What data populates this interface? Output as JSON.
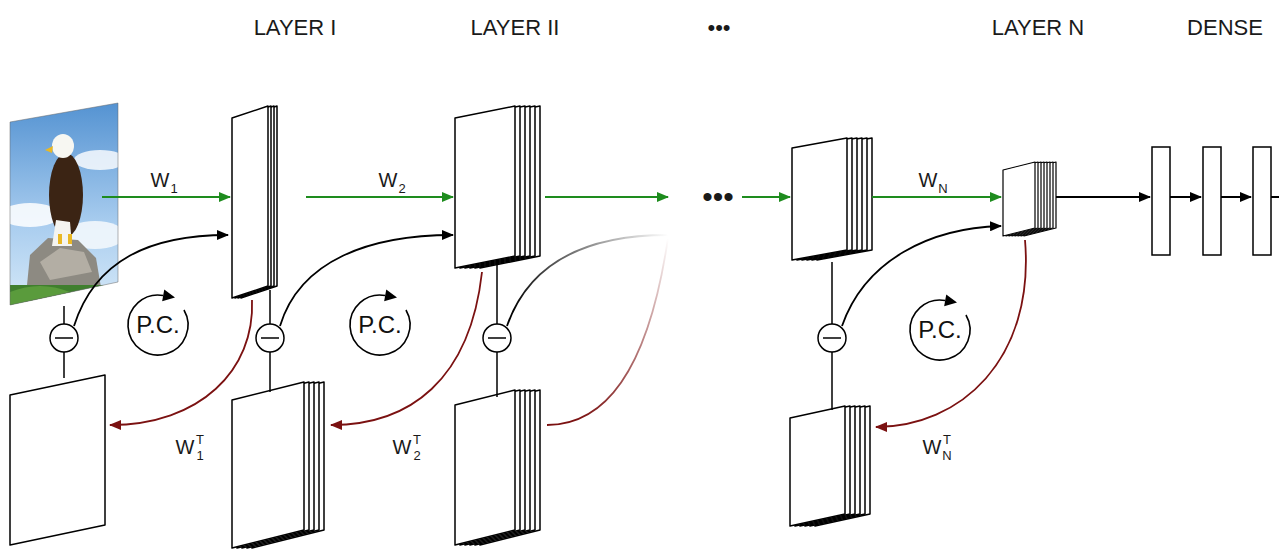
{
  "diagram": {
    "nodes": [
      {
        "text": [
          "P.C."
        ]
      },
      {
        "text": [
          "P.C."
        ]
      },
      {
        "text": [
          "P.C."
        ]
      }
    ],
    "labels": [
      "LAYER I",
      "LAYER II",
      "•••",
      "LAYER N",
      "DENSE",
      "W",
      "1",
      "W",
      "2",
      "•••",
      "W",
      "N",
      "W",
      "T",
      "1",
      "W",
      "T",
      "2",
      "W",
      "T",
      "N"
    ]
  }
}
